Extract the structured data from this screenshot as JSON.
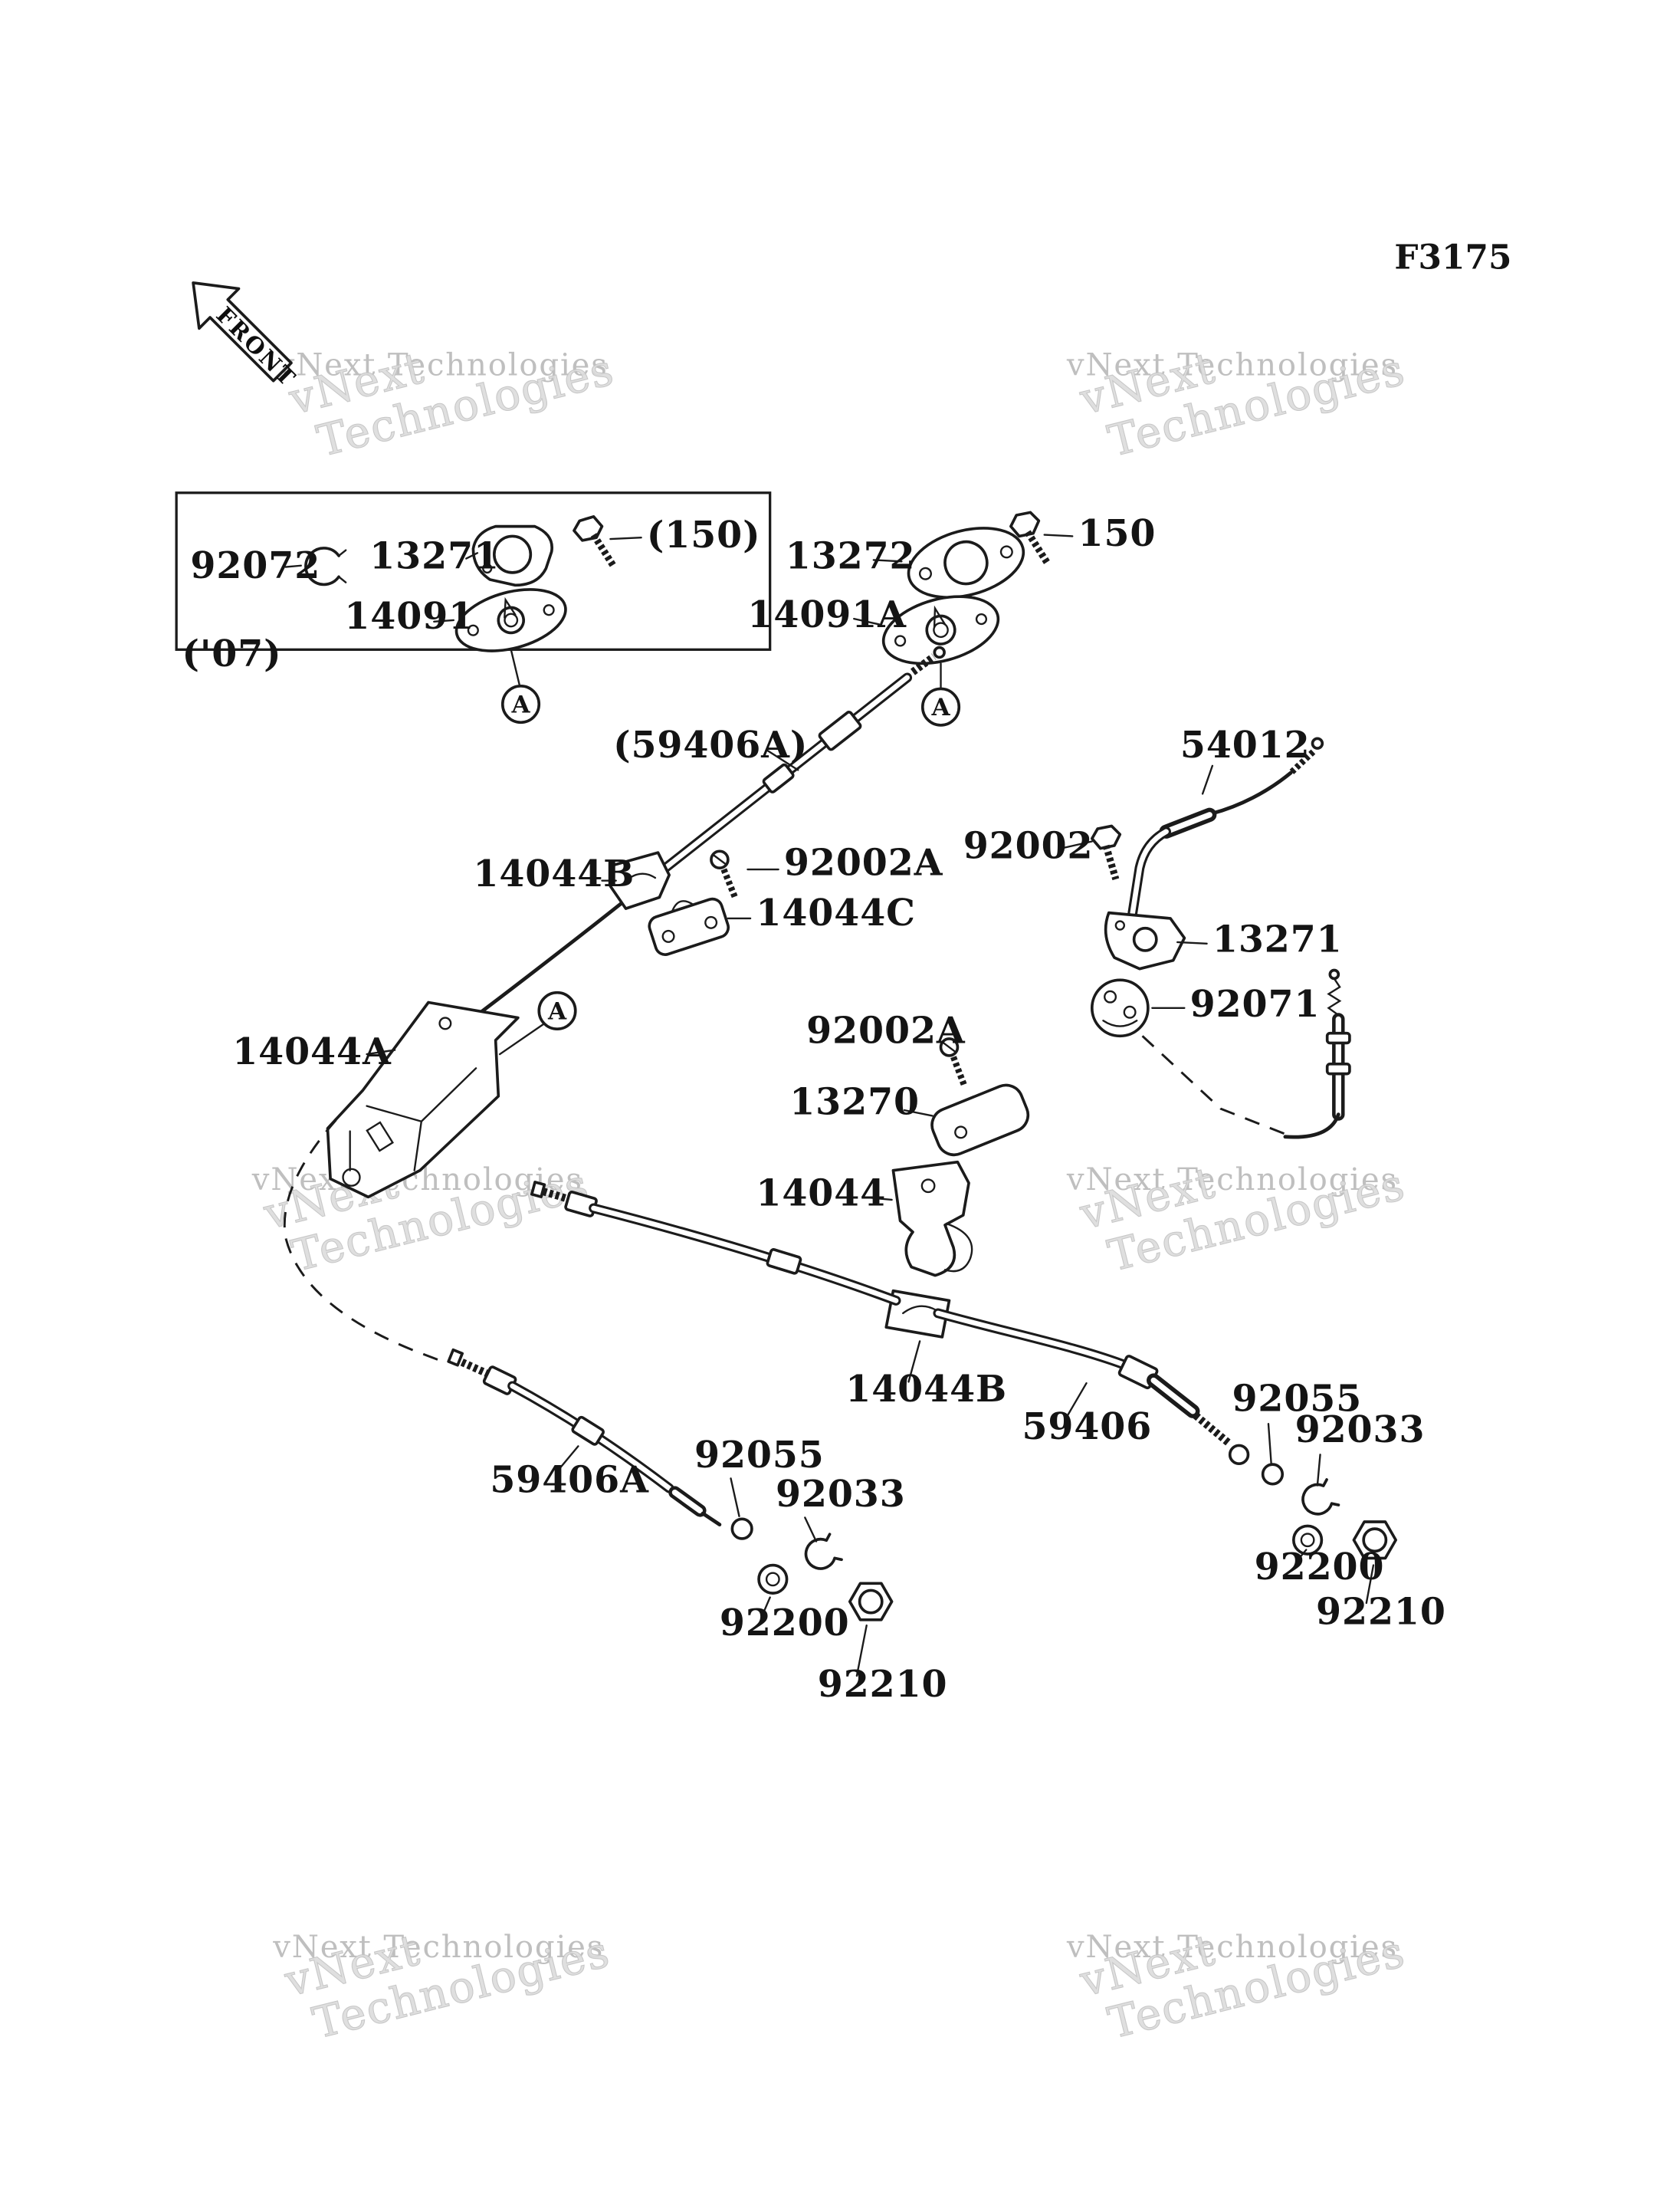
{
  "page": {
    "figure_code": "F3175",
    "front_label": "FRONT",
    "year_note": "('07)",
    "view_marker": "A",
    "watermark_full": "vNext Technologies",
    "watermark_line1": "vNext",
    "watermark_line2": "Technologies"
  },
  "callouts": {
    "c92072": "92072",
    "c13271_box": "13271",
    "c150_paren": "(150)",
    "c14091": "14091",
    "c13272": "13272",
    "c150": "150",
    "c14091a": "14091A",
    "c59406a_paren": "(59406A)",
    "c54012": "54012",
    "c92002": "92002",
    "c14044b_top": "14044B",
    "c92002a_top": "92002A",
    "c14044c": "14044C",
    "c13271_right": "13271",
    "c92071": "92071",
    "c14044a": "14044A",
    "c92002a_mid": "92002A",
    "c13270": "13270",
    "c14044": "14044",
    "c14044b_low": "14044B",
    "c59406": "59406",
    "c92055_r": "92055",
    "c92033_r": "92033",
    "c59406a": "59406A",
    "c92055_l": "92055",
    "c92033_l": "92033",
    "c92200_r": "92200",
    "c92210_r": "92210",
    "c92200_l": "92200",
    "c92210_l": "92210"
  }
}
